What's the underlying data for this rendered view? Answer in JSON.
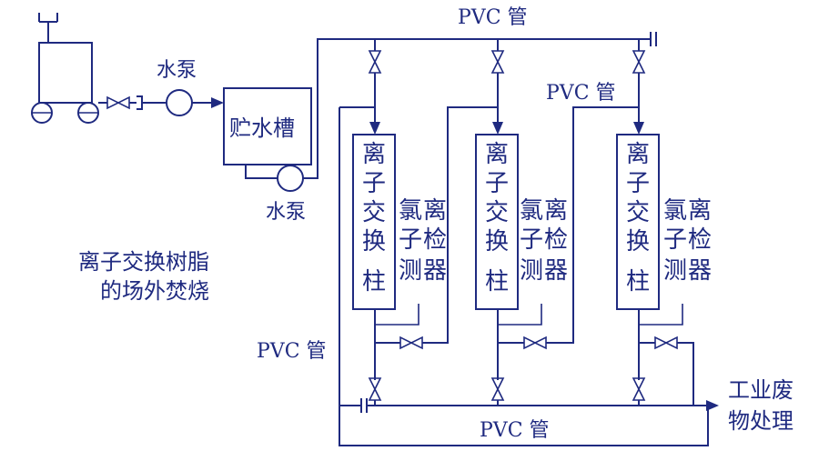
{
  "colors": {
    "line": "#1f2a80",
    "background": "#ffffff"
  },
  "labels": {
    "pvc_top": "PVC 管",
    "pvc_mid": "PVC 管",
    "pvc_left": "PVC 管",
    "pvc_bottom": "PVC 管",
    "pump_top": "水泵",
    "pump_bottom": "水泵",
    "storage_tank": "贮水槽",
    "waste_line1": "工业废",
    "waste_line2": "物处理",
    "resin_line1": "离子交换树脂",
    "resin_line2": "的场外焚烧"
  },
  "columns": [
    {
      "chars": [
        "离",
        "子",
        "交",
        "换",
        "柱"
      ]
    },
    {
      "chars": [
        "离",
        "子",
        "交",
        "换",
        "柱"
      ]
    },
    {
      "chars": [
        "离",
        "子",
        "交",
        "换",
        "柱"
      ]
    }
  ],
  "detectors": [
    {
      "col1": [
        "氯",
        "子",
        "测"
      ],
      "col2": [
        "离",
        "检",
        "器"
      ]
    },
    {
      "col1": [
        "氯",
        "子",
        "测"
      ],
      "col2": [
        "离",
        "检",
        "器"
      ]
    },
    {
      "col1": [
        "氯",
        "子",
        "测"
      ],
      "col2": [
        "离",
        "检",
        "器"
      ]
    }
  ]
}
